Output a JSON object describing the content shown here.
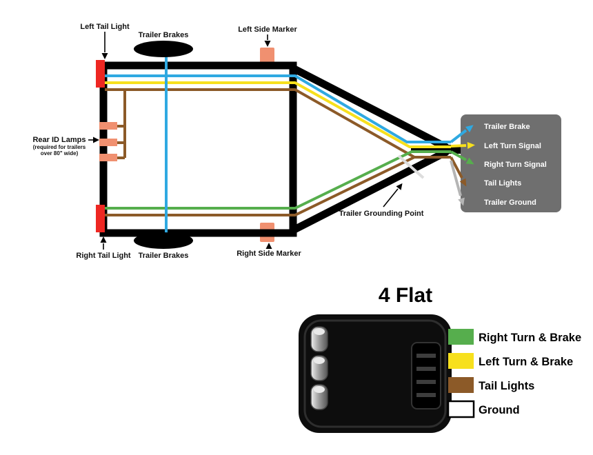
{
  "colors": {
    "blue": "#2FA9E1",
    "yellow": "#F7E01D",
    "green": "#56AE4D",
    "brown": "#8C5A28",
    "white_wire": "#DDDDDD",
    "ground_gray": "#B5B5B5",
    "red": "#EE2722",
    "marker_orange": "#F09070",
    "panel_gray": "#6F6F6F",
    "swatch_white": "#FFFFFF",
    "frame_black": "#000000"
  },
  "trailer_diagram": {
    "labels": {
      "left_tail_light": "Left Tail Light",
      "trailer_brakes_top": "Trailer Brakes",
      "left_side_marker": "Left Side Marker",
      "rear_id_lamps_title": "Rear ID Lamps",
      "rear_id_lamps_note_line1": "(required for trailers",
      "rear_id_lamps_note_line2": "over 80\" wide)",
      "right_tail_light": "Right Tail Light",
      "trailer_brakes_bottom": "Trailer Brakes",
      "right_side_marker": "Right Side Marker",
      "trailer_grounding_point": "Trailer Grounding Point"
    },
    "connections": [
      {
        "label": "Trailer Brake",
        "wire_color": "blue"
      },
      {
        "label": "Left Turn Signal",
        "wire_color": "yellow"
      },
      {
        "label": "Right Turn Signal",
        "wire_color": "green"
      },
      {
        "label": "Tail Lights",
        "wire_color": "brown"
      },
      {
        "label": "Trailer Ground",
        "wire_color": "white"
      }
    ]
  },
  "connector_4flat": {
    "title": "4 Flat",
    "pins": [
      {
        "label": "Right Turn & Brake",
        "wire_color": "green"
      },
      {
        "label": "Left Turn & Brake",
        "wire_color": "yellow"
      },
      {
        "label": "Tail Lights",
        "wire_color": "brown"
      },
      {
        "label": "Ground",
        "wire_color": "white"
      }
    ]
  }
}
